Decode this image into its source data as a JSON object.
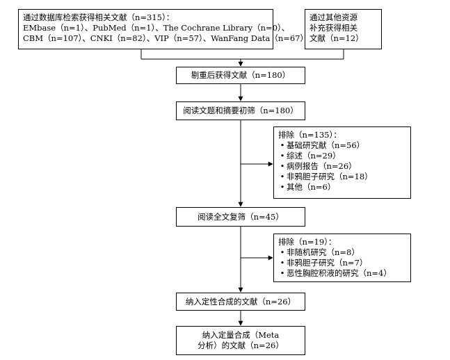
{
  "boxes": {
    "database_search": {
      "lines": [
        "通过数据库检索获得相关文献（n=315）：",
        "EMbase（n=1）、PubMed（n=1）、The Cochrane Library（n=0）、",
        "CBM（n=107）、CNKI（n=82）、VIP（n=57）、WanFang Data（n=67）"
      ]
    },
    "other_sources": {
      "lines": [
        "通过其他资源",
        "补充获得相关",
        "文献（n=12）"
      ]
    },
    "after_dedup": {
      "text": "剔重后获得文献（n=180）"
    },
    "title_abstract_screen": {
      "text": "阅读文题和摘要初筛（n=180）"
    },
    "exclusion_1": {
      "title": "排除（n=135）：",
      "items": [
        "基础研究献（n=56）",
        "综述（n=29）",
        "病例报告（n=26）",
        "非鸦胆子研究（n=18）",
        "其他（n=6）"
      ]
    },
    "full_text_screen": {
      "text": "阅读全文复筛（n=45）"
    },
    "exclusion_2": {
      "title": "排除（n=19）：",
      "items": [
        "非随机研究（n=8）",
        "非鸦胆子研究（n=7）",
        "恶性胸腔积液的研究（n=4）"
      ]
    },
    "qualitative_synthesis": {
      "text": "纳入定性合成的文献（n=26）"
    },
    "meta_analysis": {
      "lines": [
        "纳入定量合成（Meta",
        "分析）的文献（n=26）"
      ]
    }
  }
}
